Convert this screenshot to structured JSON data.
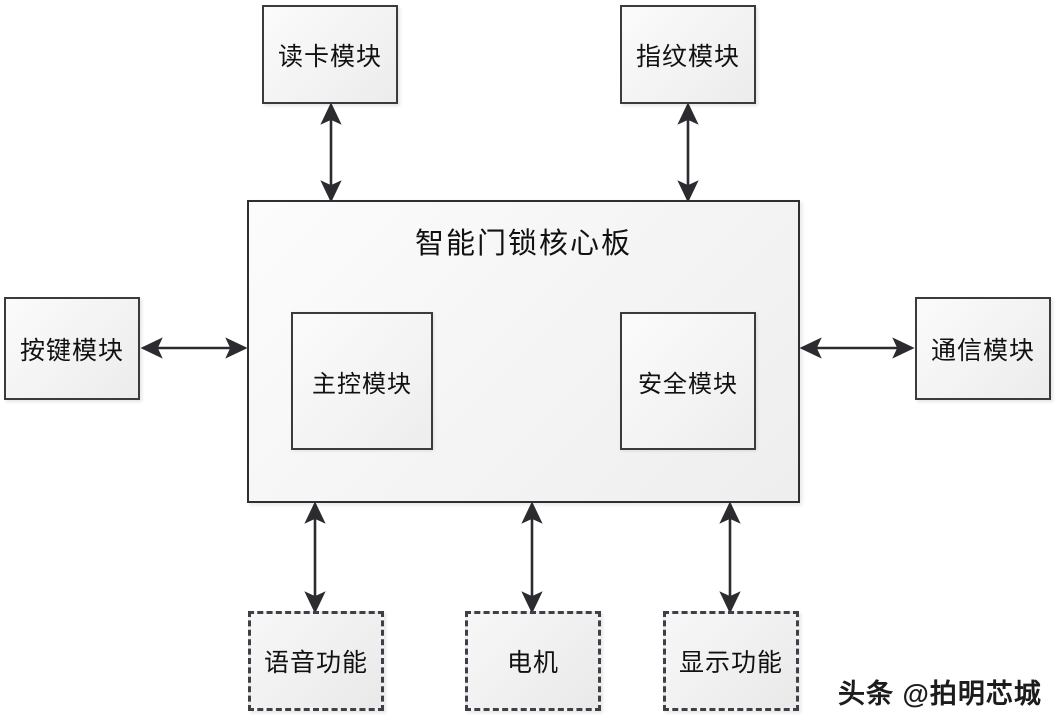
{
  "diagram": {
    "title": "智能门锁核心板",
    "core_board": {
      "label": "智能门锁核心板",
      "inner_modules": [
        {
          "id": "mcu",
          "label": "主控模块"
        },
        {
          "id": "security",
          "label": "安全模块"
        }
      ]
    },
    "peripherals": {
      "top": [
        {
          "id": "card-reader",
          "label": "读卡模块",
          "style": "solid",
          "arrow": "bidirectional"
        },
        {
          "id": "fingerprint",
          "label": "指纹模块",
          "style": "solid",
          "arrow": "bidirectional"
        }
      ],
      "left": [
        {
          "id": "keypad",
          "label": "按键模块",
          "style": "solid",
          "arrow": "bidirectional"
        }
      ],
      "right": [
        {
          "id": "communication",
          "label": "通信模块",
          "style": "solid",
          "arrow": "bidirectional"
        }
      ],
      "bottom": [
        {
          "id": "voice",
          "label": "语音功能",
          "style": "dashed",
          "arrow": "bidirectional"
        },
        {
          "id": "motor",
          "label": "电机",
          "style": "dashed",
          "arrow": "bidirectional"
        },
        {
          "id": "display",
          "label": "显示功能",
          "style": "dashed",
          "arrow": "bidirectional"
        }
      ]
    },
    "internal_link": {
      "from": "mcu",
      "to": "security",
      "arrow": "bidirectional"
    },
    "colors": {
      "box_border": "#3a3a3f",
      "board_border": "#2f2f33",
      "box_fill": "#f4f4f4",
      "arrow": "#2b2b30",
      "text": "#111111"
    }
  },
  "watermark": {
    "text": "头条 @拍明芯城"
  }
}
